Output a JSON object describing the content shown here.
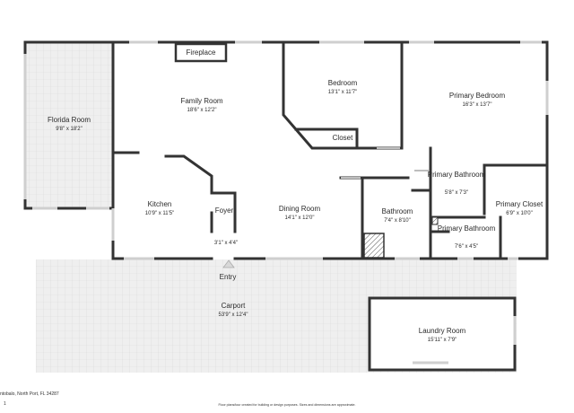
{
  "plan": {
    "colors": {
      "wall": "#333333",
      "window": "#cccccc",
      "paving": "#eeeeee",
      "paving_line": "#d6d6d6",
      "text": "#2a2a2a"
    },
    "fireplace_label": "Fireplace",
    "entry_label": "Entry",
    "rooms": {
      "florida_room": {
        "name": "Florida Room",
        "dims": "9'8\" x 18'2\""
      },
      "family_room": {
        "name": "Family Room",
        "dims": "18'6\" x 12'2\""
      },
      "bedroom": {
        "name": "Bedroom",
        "dims": "13'1\" x 11'7\""
      },
      "closet": {
        "name": "Closet",
        "dims": ""
      },
      "primary_bedroom": {
        "name": "Primary Bedroom",
        "dims": "16'3\" x 13'7\""
      },
      "kitchen": {
        "name": "Kitchen",
        "dims": "10'9\" x 11'5\""
      },
      "foyer": {
        "name": "Foyer",
        "dims": "3'1\" x 4'4\""
      },
      "dining_room": {
        "name": "Dining Room",
        "dims": "14'1\" x 12'0\""
      },
      "bathroom": {
        "name": "Bathroom",
        "dims": "7'4\" x 8'10\""
      },
      "primary_bathroom": {
        "name": "Primary Bathroom",
        "dims": "5'8\" x 7'3\""
      },
      "primary_bathroom_2": {
        "name": "Primary Bathroom",
        "dims": "7'6\" x 4'5\""
      },
      "primary_closet": {
        "name": "Primary Closet",
        "dims": "6'9\" x 10'0\""
      },
      "carport": {
        "name": "Carport",
        "dims": "53'9\" x 12'4\""
      },
      "laundry_room": {
        "name": "Laundry Room",
        "dims": "15'11\" x 7'9\""
      }
    }
  },
  "footer": {
    "address": "ntobalo, North Port, FL 34287",
    "page": "1",
    "disclaimer": "Floor plans/tour created for building or design purposes. Sizes and dimensions are approximate."
  }
}
